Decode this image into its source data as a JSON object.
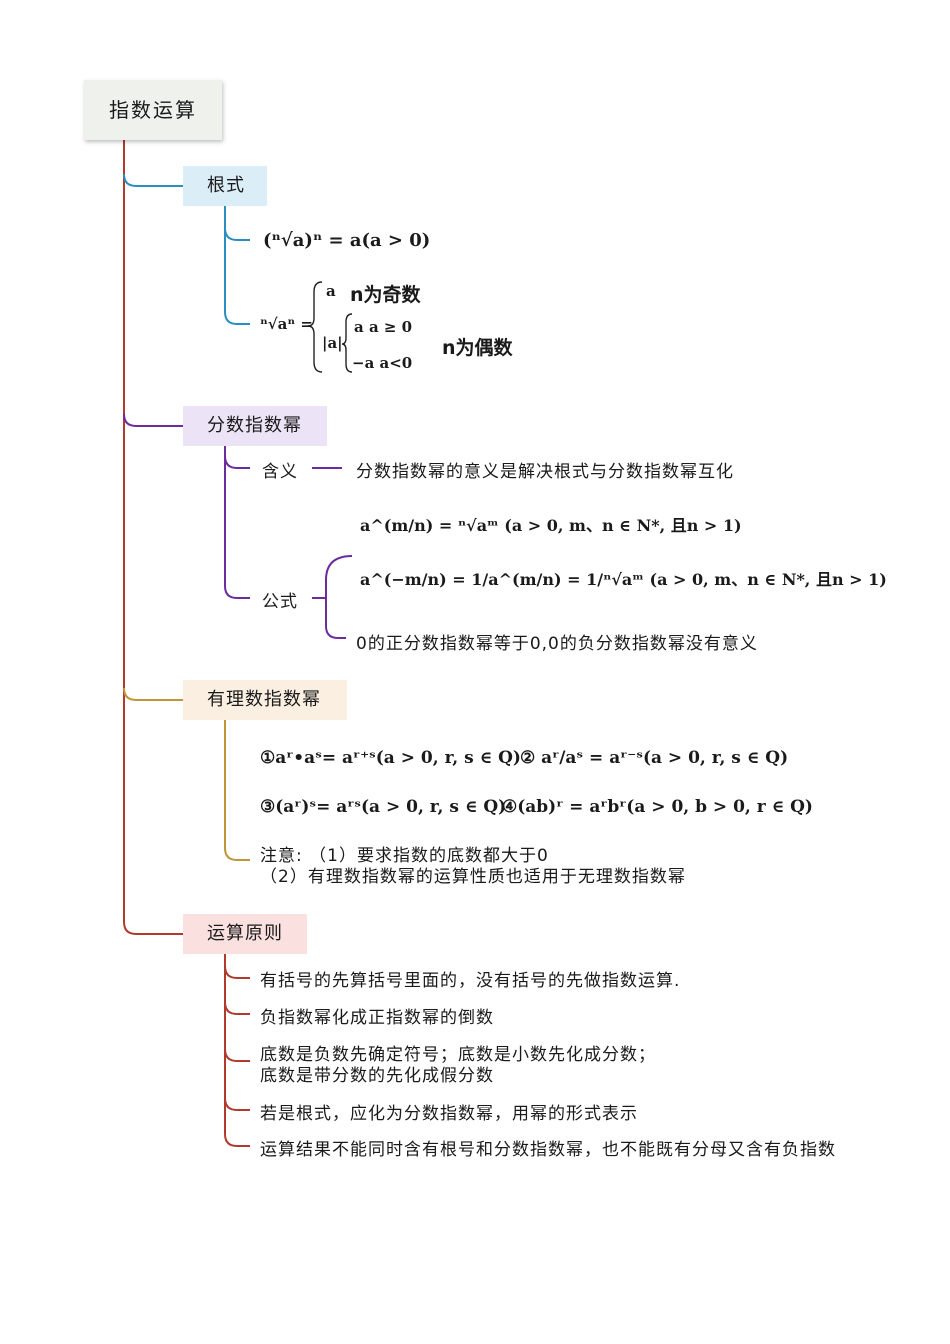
{
  "title": "指数运算",
  "colors": {
    "main": "#b03a2e",
    "radical": "#2a8fc0",
    "fractional": "#6a2c9e",
    "rational": "#c0953a",
    "rules": "#b03a2e"
  },
  "sections": {
    "radical": {
      "label": "根式",
      "formula1": "(ⁿ√a)ⁿ = a(a > 0)",
      "formula2_lhs": "ⁿ√aⁿ =",
      "case_odd_value": "a",
      "case_odd_cond": "n为奇数",
      "abs_a": "|a|",
      "case_pos": "a   a ≥ 0",
      "case_neg": "−a   a<0",
      "case_even_cond": "n为偶数"
    },
    "fractional": {
      "label": "分数指数幂",
      "meaning_label": "含义",
      "meaning_text": "分数指数幂的意义是解决根式与分数指数幂互化",
      "formula_label": "公式",
      "formula1": "a^(m/n) = ⁿ√aᵐ (a > 0, m、n ∈ N*, 且n > 1)",
      "formula2": "a^(−m/n) = 1/a^(m/n) = 1/ⁿ√aᵐ (a > 0, m、n ∈ N*, 且n > 1)",
      "zero_note": "0的正分数指数幂等于0,0的负分数指数幂没有意义"
    },
    "rational": {
      "label": "有理数指数幂",
      "rule1": "①aʳ•aˢ= aʳ⁺ˢ(a > 0, r, s ∈ Q)",
      "rule2": "② aʳ/aˢ = aʳ⁻ˢ(a > 0, r, s ∈ Q)",
      "rule3": "③(aʳ)ˢ= aʳˢ(a > 0, r, s ∈ Q)",
      "rule4": "④(ab)ʳ = aʳbʳ(a > 0, b > 0, r ∈ Q)",
      "note1": "注意: （1）要求指数的底数都大于0",
      "note2": "（2）有理数指数幂的运算性质也适用于无理数指数幂"
    },
    "rules": {
      "label": "运算原则",
      "items": [
        "有括号的先算括号里面的，没有括号的先做指数运算.",
        "负指数幂化成正指数幂的倒数",
        "底数是负数先确定符号；底数是小数先化成分数；",
        "底数是带分数的先化成假分数",
        "若是根式，应化为分数指数幂，用幂的形式表示",
        "运算结果不能同时含有根号和分数指数幂，也不能既有分母又含有负指数"
      ]
    }
  }
}
